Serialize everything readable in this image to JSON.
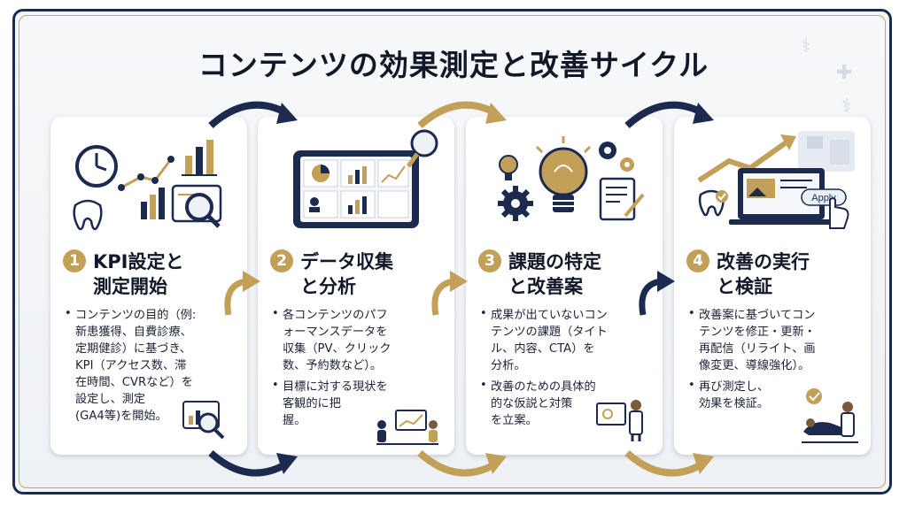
{
  "title": "コンテンツの効果測定と改善サイクル",
  "colors": {
    "navy": "#1b2a4e",
    "gold": "#c2a058",
    "background": "#f3f5f8"
  },
  "steps": [
    {
      "number": "1",
      "title_line1": "KPI設定と",
      "title_line2": "測定開始",
      "icons": [
        "clock-icon",
        "line-chart-icon",
        "bar-chart-icon",
        "tooth-icon",
        "magnifier-icon"
      ],
      "bullets": [
        {
          "lines": [
            "コンテンツの目的（例:",
            "新患獲得、自費診療、",
            "定期健診）に基づき、",
            "KPI（アクセス数、滞",
            "在時間、CVRなど）を",
            "設定し、測定",
            "(GA4等)を開始。"
          ]
        }
      ]
    },
    {
      "number": "2",
      "title_line1": "データ収集",
      "title_line2": "と分析",
      "icons": [
        "tablet-dashboard-icon",
        "magnifier-icon",
        "pie-chart-icon"
      ],
      "bullets": [
        {
          "lines": [
            "各コンテンツのパフ",
            "ォーマンスデータを",
            "収集（PV、クリック",
            "数、予約数など）。"
          ]
        },
        {
          "lines": [
            "目標に対する現状を",
            "客観的に把",
            "握。"
          ]
        }
      ]
    },
    {
      "number": "3",
      "title_line1": "課題の特定",
      "title_line2": "と改善案",
      "icons": [
        "lightbulb-icon",
        "gear-icon",
        "document-pen-icon"
      ],
      "bullets": [
        {
          "lines": [
            "成果が出ていないコン",
            "テンツの課題（タイト",
            "ル、内容、CTA）を",
            "分析。"
          ]
        },
        {
          "lines": [
            "改善のための具体的",
            "的な仮説と対策",
            "を立案。"
          ]
        }
      ]
    },
    {
      "number": "4",
      "title_line1": "改善の実行",
      "title_line2": "と検証",
      "icons": [
        "rising-arrow-icon",
        "laptop-icon",
        "tooth-check-icon",
        "hand-cursor-icon"
      ],
      "apply_label": "Apply",
      "bullets": [
        {
          "lines": [
            "改善案に基づいてコン",
            "テンツを修正・更新・",
            "再配信（リライト、画",
            "像変更、導線強化）。"
          ]
        },
        {
          "lines": [
            "再び測定し、",
            "効果を検証。"
          ]
        }
      ]
    }
  ]
}
